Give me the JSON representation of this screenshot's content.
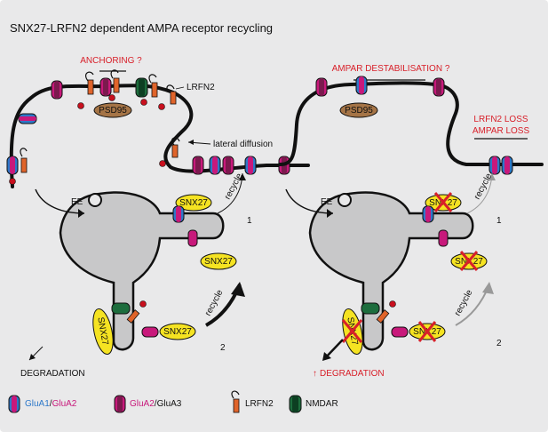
{
  "title": "SNX27-LRFN2 dependent AMPA receptor recycling",
  "labels": {
    "anchoring": "ANCHORING ?",
    "lrfn2": "LRFN2",
    "psd95": "PSD95",
    "lateral_diffusion": "lateral diffusion",
    "ee": "EE",
    "snx27": "SNX27",
    "recycle": "recycle",
    "route1": "1",
    "route2": "2",
    "degradation": "DEGRADATION",
    "up_arrow": "↑",
    "ampar_destabilisation": "AMPAR DESTABILISATION ?",
    "lrfn2_loss": "LRFN2 LOSS",
    "ampar_loss": "AMPAR LOSS"
  },
  "legend": {
    "glua1": "GluA1",
    "glua2": "GluA2",
    "glua3": "GluA3",
    "sep": "/",
    "lrfn2": "LRFN2",
    "nmdar": "NMDAR"
  },
  "colors": {
    "glua1": "#2d78c9",
    "glua2": "#c8197b",
    "nmdar": "#1d6d3d",
    "snx27": "#f5e322",
    "lrfn2": "#e0642a",
    "psd95": "#a57446",
    "alert": "#d8202a"
  }
}
